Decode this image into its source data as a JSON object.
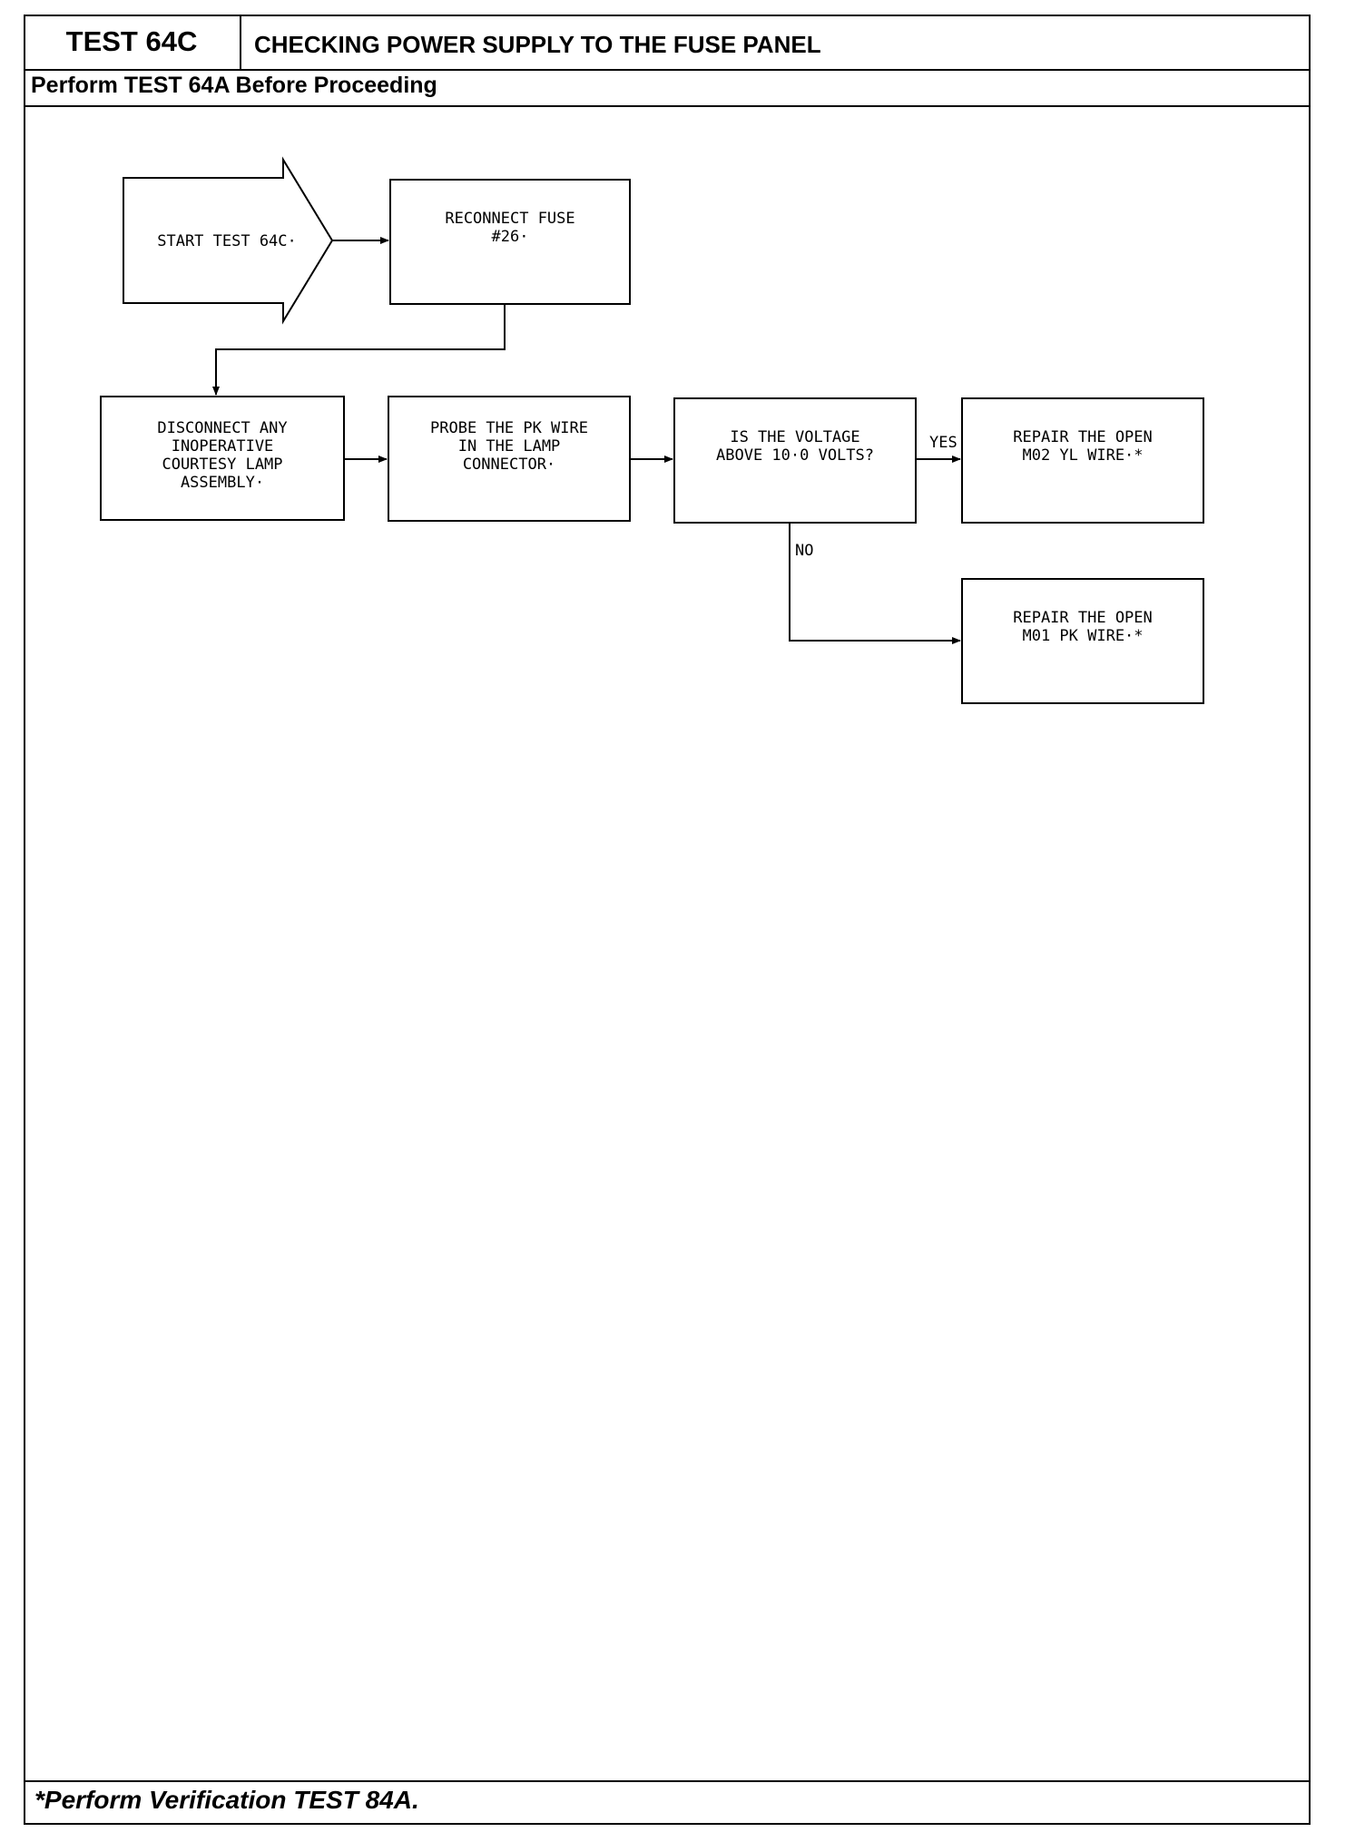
{
  "header": {
    "test_id": "TEST 64C",
    "title": "CHECKING POWER SUPPLY TO THE FUSE PANEL",
    "prerequisite": "Perform TEST 64A Before Proceeding"
  },
  "flowchart": {
    "nodes": [
      {
        "id": "start",
        "shape": "arrow",
        "lines": [
          "START TEST 64C·"
        ]
      },
      {
        "id": "reconnect",
        "shape": "box",
        "lines": [
          "RECONNECT FUSE",
          "#26·"
        ]
      },
      {
        "id": "disconnect",
        "shape": "box",
        "lines": [
          "DISCONNECT ANY",
          "INOPERATIVE",
          "COURTESY LAMP",
          "ASSEMBLY·"
        ]
      },
      {
        "id": "probe",
        "shape": "box",
        "lines": [
          "PROBE THE PK WIRE",
          "IN THE LAMP",
          "CONNECTOR·"
        ]
      },
      {
        "id": "decision",
        "shape": "box",
        "lines": [
          "IS THE VOLTAGE",
          "ABOVE 10·0 VOLTS?"
        ]
      },
      {
        "id": "repair_yl",
        "shape": "box",
        "lines": [
          "REPAIR THE OPEN",
          "M02 YL WIRE·*"
        ]
      },
      {
        "id": "repair_pk",
        "shape": "box",
        "lines": [
          "REPAIR THE OPEN",
          "M01 PK WIRE·*"
        ]
      }
    ],
    "edges": [
      {
        "from": "start",
        "to": "reconnect",
        "label": ""
      },
      {
        "from": "reconnect",
        "to": "disconnect",
        "label": ""
      },
      {
        "from": "disconnect",
        "to": "probe",
        "label": ""
      },
      {
        "from": "probe",
        "to": "decision",
        "label": ""
      },
      {
        "from": "decision",
        "to": "repair_yl",
        "label": "YES"
      },
      {
        "from": "decision",
        "to": "repair_pk",
        "label": "NO"
      }
    ]
  },
  "footer": {
    "note": "*Perform Verification TEST 84A."
  }
}
